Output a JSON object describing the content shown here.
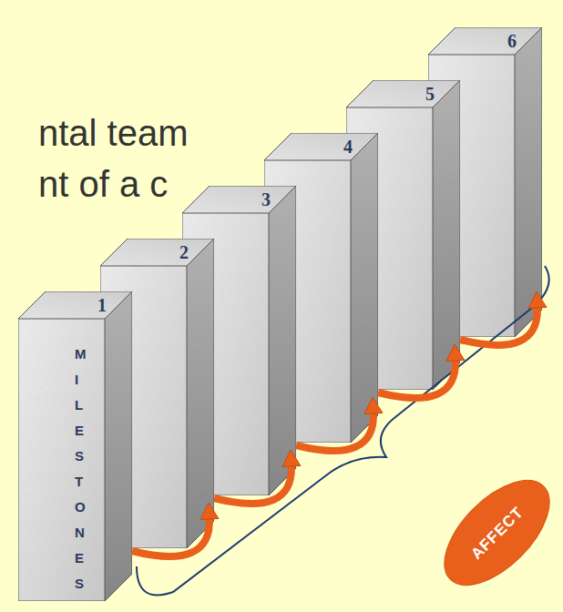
{
  "diagram": {
    "nodes": [
      {
        "text": [
          "1",
          "MILESTONES"
        ]
      },
      {
        "text": [
          "2"
        ]
      },
      {
        "text": [
          "3"
        ]
      },
      {
        "text": [
          "4"
        ]
      },
      {
        "text": [
          "5"
        ]
      },
      {
        "text": [
          "6"
        ]
      },
      {
        "text": [
          "AFFECT"
        ]
      }
    ],
    "edges": [
      {
        "from": 0,
        "to": 1,
        "arrow": "to"
      },
      {
        "from": 1,
        "to": 2,
        "arrow": "to"
      },
      {
        "from": 2,
        "to": 3,
        "arrow": "to"
      },
      {
        "from": 3,
        "to": 4,
        "arrow": "to"
      },
      {
        "from": 4,
        "to": 5,
        "arrow": "to"
      }
    ],
    "labels": [
      "ntal team",
      "nt of a c"
    ]
  }
}
